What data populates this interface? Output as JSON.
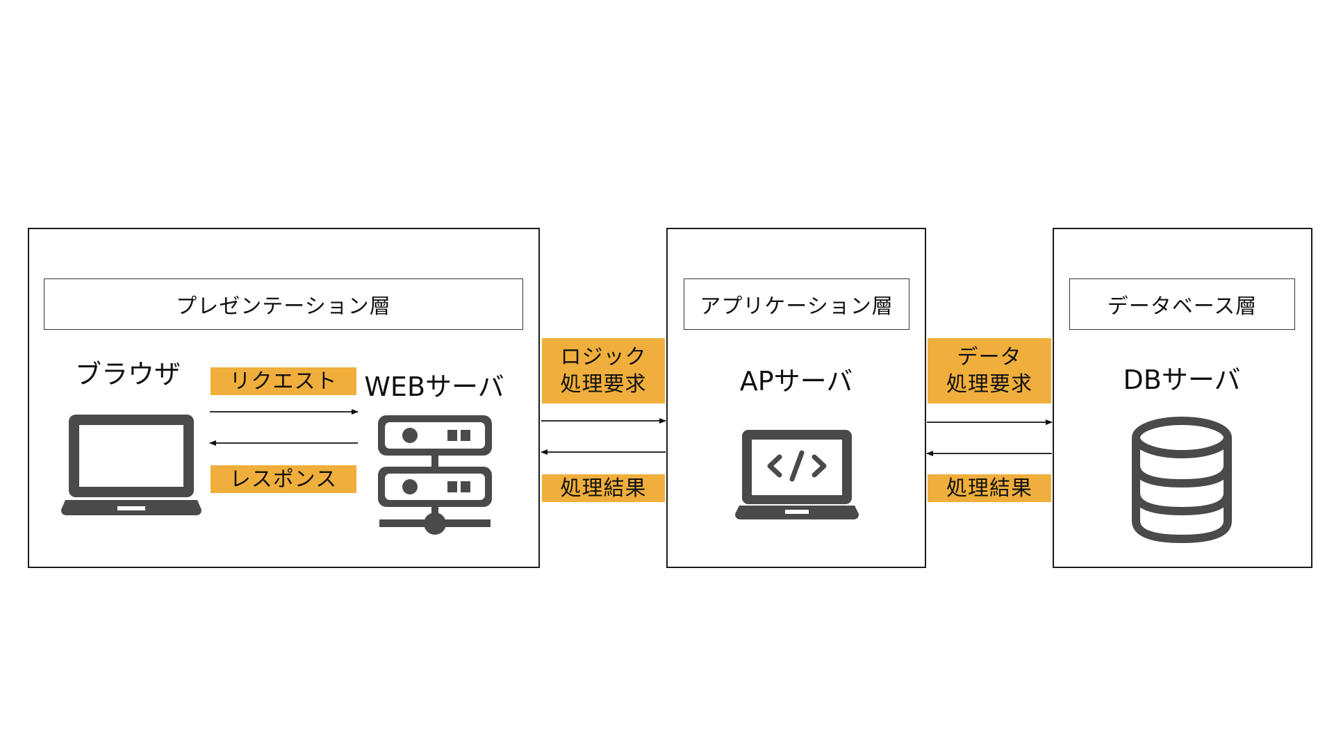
{
  "layers": {
    "presentation": {
      "title": "プレゼンテーション層",
      "browser_label": "ブラウザ",
      "web_server_label": "WEBサーバ",
      "request_label": "リクエスト",
      "response_label": "レスポンス"
    },
    "application": {
      "title": "アプリケーション層",
      "ap_server_label": "APサーバ"
    },
    "database": {
      "title": "データベース層",
      "db_server_label": "DBサーバ"
    }
  },
  "connectors": {
    "web_to_ap_request": {
      "line1": "ロジック",
      "line2": "処理要求"
    },
    "web_to_ap_result": "処理結果",
    "ap_to_db_request": {
      "line1": "データ",
      "line2": "処理要求"
    },
    "ap_to_db_result": "処理結果"
  },
  "icons": {
    "browser": "laptop-icon",
    "web_server": "server-stack-icon",
    "ap_server": "laptop-code-icon",
    "db_server": "database-icon"
  },
  "colors": {
    "tag_fill": "#f0ae3c",
    "icon_fill": "#4a4a4a",
    "border": "#1a1a1a"
  }
}
